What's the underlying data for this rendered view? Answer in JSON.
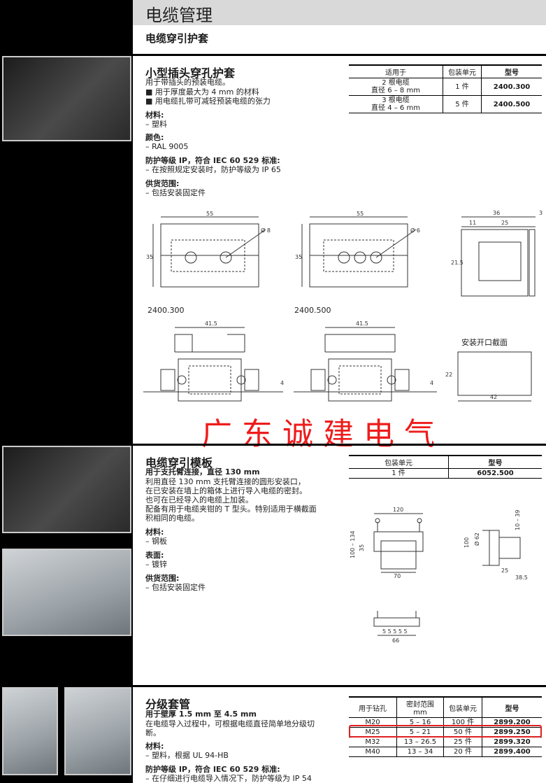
{
  "header": {
    "title": "电缆管理",
    "subtitle": "电缆穿引护套"
  },
  "s1": {
    "title": "小型插头穿孔护套",
    "intro": "用于带插头的预装电缆。",
    "bullets": [
      "■  用于厚度最大为 4 mm 的材料",
      "■  用电缆扎带可减轻预装电缆的张力"
    ],
    "mat_h": "材料:",
    "mat_v": "–  塑料",
    "col_h": "颜色:",
    "col_v": "–  RAL 9005",
    "ip_h": "防护等级 IP，符合 IEC 60 529 标准:",
    "ip_v": "–  在按照规定安装时，防护等级为 IP 65",
    "sup_h": "供货范围:",
    "sup_v": "–  包括安装固定件",
    "table": {
      "headers": [
        "适用于",
        "包装单元",
        "型号"
      ],
      "rows": [
        [
          "2 根电缆",
          "直径 6 – 8 mm",
          "1 件",
          "2400.300"
        ],
        [
          "3 根电缆",
          "直径 4 – 6 mm",
          "5 件",
          "2400.500"
        ]
      ]
    },
    "dims": {
      "d55": "55",
      "d35": "35",
      "d8": "Ø 8",
      "d6": "Ø 6",
      "d36": "36",
      "d3": "3",
      "d11": "11",
      "d25": "25",
      "d215": "21.5",
      "d415": "41.5",
      "d4": "4",
      "d22": "22",
      "d42": "42"
    },
    "cap1": "2400.300",
    "cap2": "2400.500",
    "cut_label": "安装开口截面"
  },
  "watermark": "广东诚建电气",
  "s2": {
    "title": "电缆穿引模板",
    "sub": "用于支托臂连接，直径 130 mm",
    "lines": [
      "利用直径 130 mm 支托臂连接的圆形安装口，",
      "在已安装在墙上的箱体上进行导入电缆的密封。",
      "也可在已经导入的电缆上加装。",
      "配备有用于电缆夹钳的 T 型头。特别适用于横截面",
      "积相同的电缆。"
    ],
    "mat_h": "材料:",
    "mat_v": "–  钢板",
    "surf_h": "表面:",
    "surf_v": "–  镀锌",
    "sup_h": "供货范围:",
    "sup_v": "–  包括安装固定件",
    "table": {
      "headers": [
        "包装单元",
        "型号"
      ],
      "rows": [
        [
          "1 件",
          "6052.500"
        ]
      ]
    },
    "dims": {
      "d120": "120",
      "d100134": "100 – 134",
      "d35": "35",
      "d70": "70",
      "d100": "100",
      "d62": "Ø 62",
      "d1039": "10 – 39",
      "d25": "25",
      "d385": "38.5",
      "d66": "66",
      "dsmall": "5 5 5 5 5"
    }
  },
  "s3": {
    "title": "分级套管",
    "sub": "用于壁厚 1.5 mm 至 4.5 mm",
    "lines": [
      "在电缆导入过程中，可根据电缆直径简单地分级切",
      "断。"
    ],
    "mat_h": "材料:",
    "mat_v": "–  塑料，根据 UL 94-HB",
    "ip_h": "防护等级 IP，符合 IEC 60 529 标准:",
    "ip_v": "–  在仔细进行电缆导入情况下，防护等级为 IP 54",
    "table": {
      "headers": [
        "用于钻孔",
        "密封范围 mm",
        "包装单元",
        "型号"
      ],
      "rows": [
        [
          "M20",
          "5 – 16",
          "100 件",
          "2899.200"
        ],
        [
          "M25",
          "5 – 21",
          "50 件",
          "2899.250"
        ],
        [
          "M32",
          "13 – 26.5",
          "25 件",
          "2899.320"
        ],
        [
          "M40",
          "13 – 34",
          "20 件",
          "2899.400"
        ]
      ]
    }
  }
}
